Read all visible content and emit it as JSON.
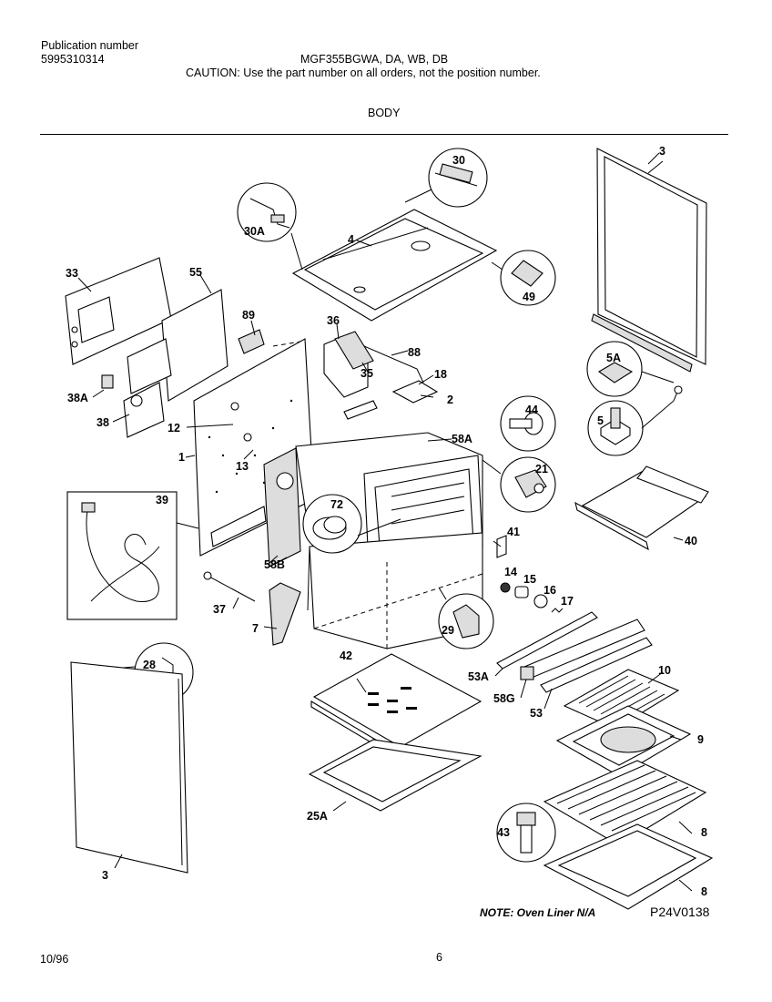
{
  "header": {
    "publication_label": "Publication number",
    "publication_number": "5995310314",
    "model": "MGF355BGWA, DA, WB, DB",
    "caution": "CAUTION:  Use the part number on all orders, not the position number.",
    "section_title": "BODY"
  },
  "callouts": [
    "3",
    "30",
    "30A",
    "4",
    "49",
    "33",
    "55",
    "89",
    "36",
    "88",
    "35",
    "18",
    "2",
    "38A",
    "38",
    "12",
    "1",
    "13",
    "58A",
    "44",
    "21",
    "5A",
    "5",
    "40",
    "39",
    "72",
    "58B",
    "41",
    "14",
    "15",
    "16",
    "17",
    "37",
    "7",
    "29",
    "53A",
    "58G",
    "53",
    "10",
    "9",
    "28",
    "42",
    "25A",
    "8",
    "8",
    "43",
    "3"
  ],
  "note": "NOTE: Oven Liner N/A",
  "diagram_id": "P24V0138",
  "footer": {
    "date": "10/96",
    "page": "6"
  }
}
